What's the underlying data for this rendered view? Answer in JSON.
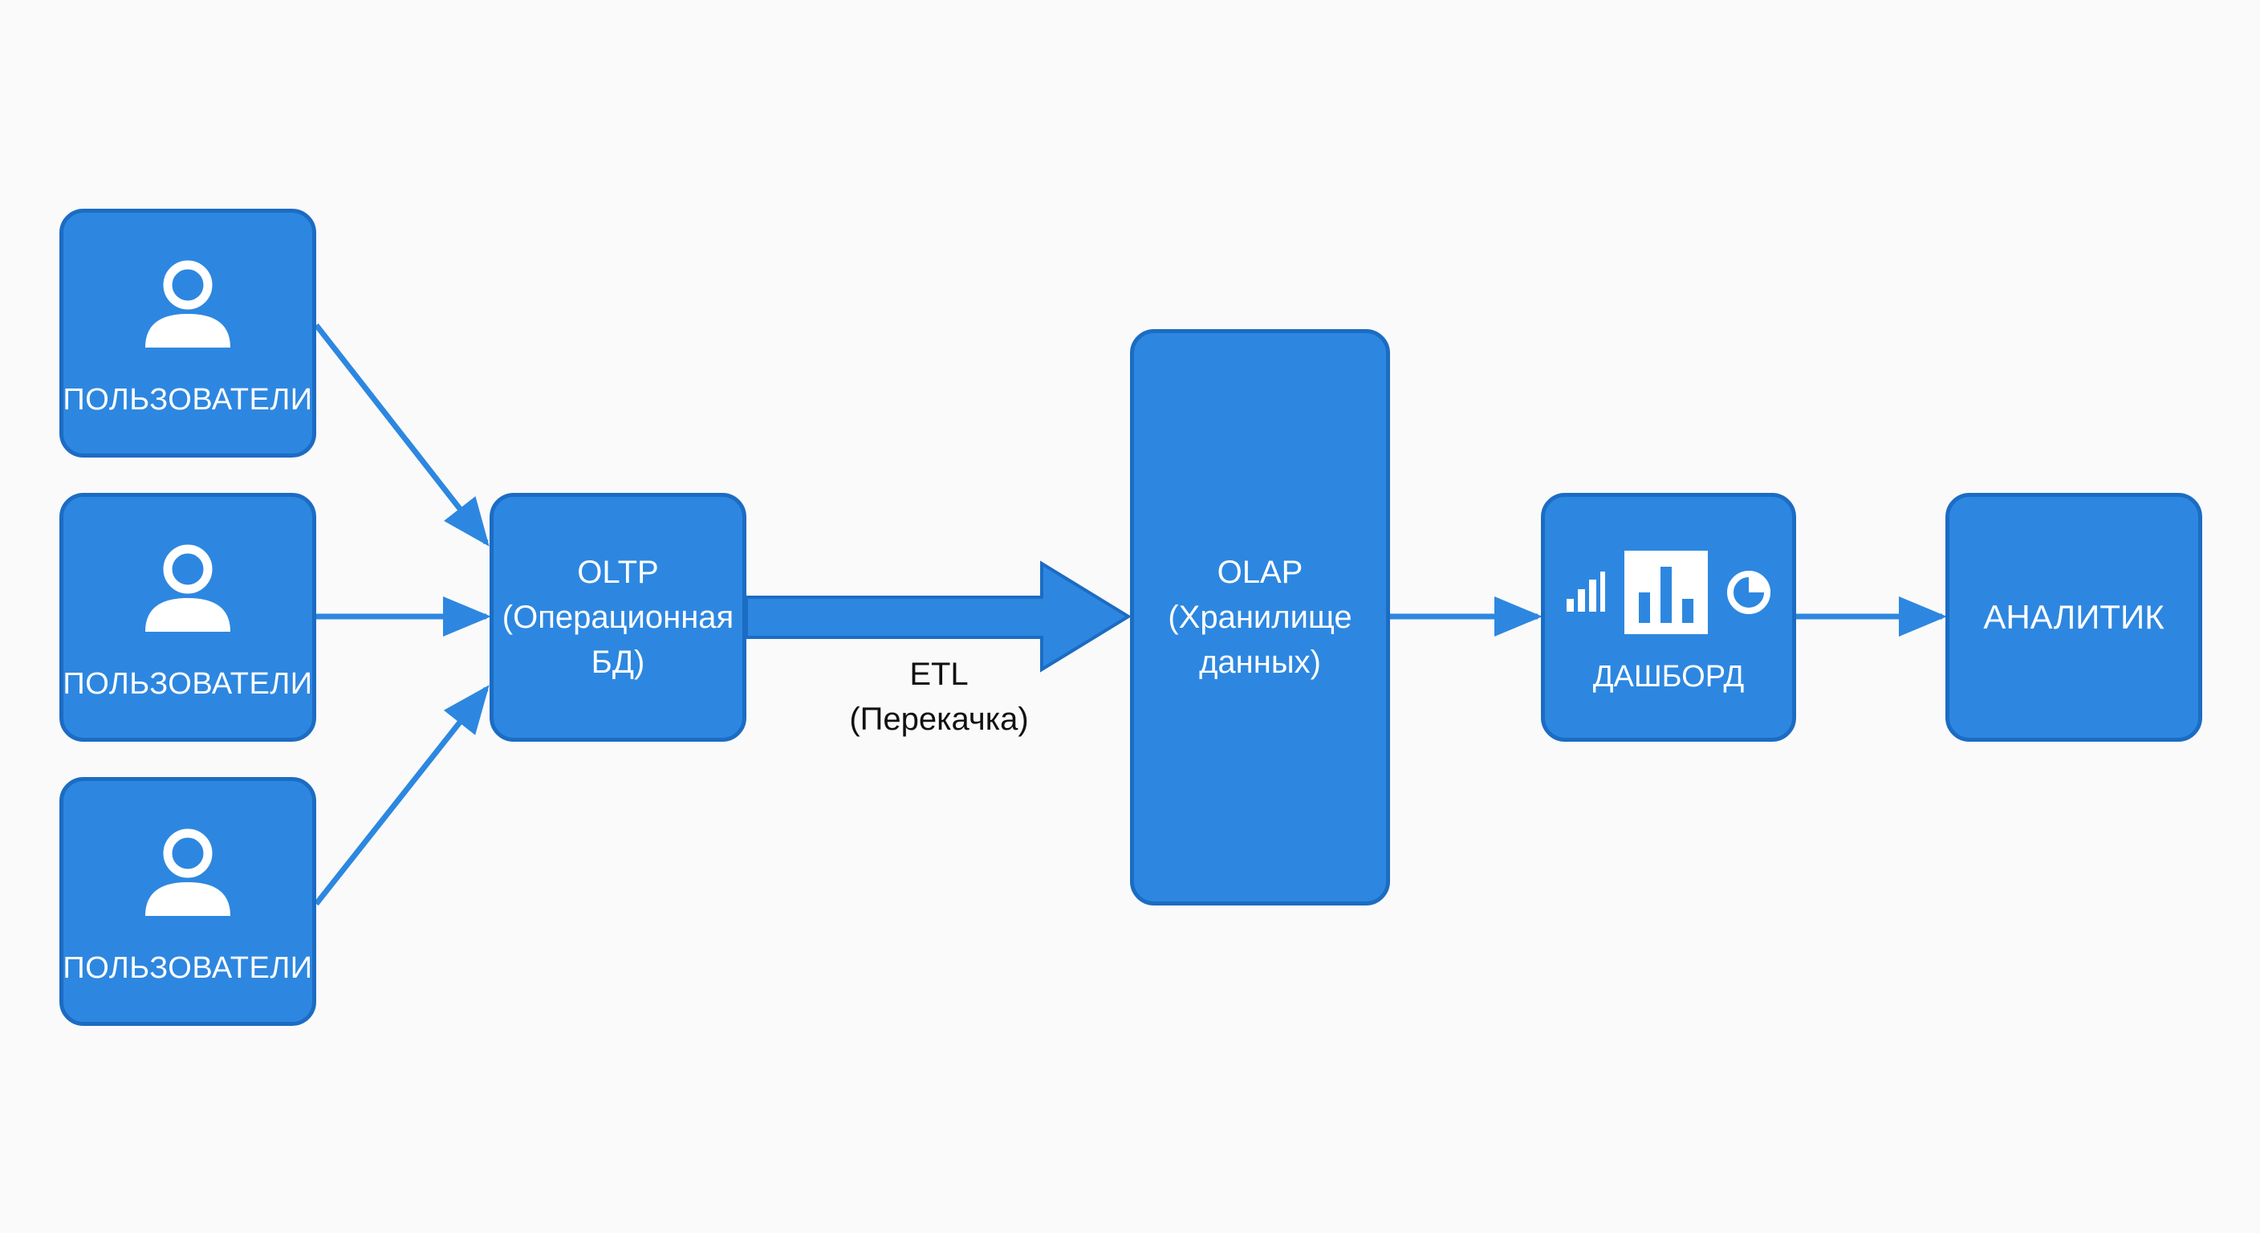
{
  "colors": {
    "node_fill": "#2d87e0",
    "node_border": "#1c6cc3",
    "arrow": "#2d87e0",
    "text_on_node": "#ffffff",
    "background": "#fafafa"
  },
  "users": [
    {
      "label": "ПОЛЬЗОВАТЕЛИ",
      "icon": "user-icon"
    },
    {
      "label": "ПОЛЬЗОВАТЕЛИ",
      "icon": "user-icon"
    },
    {
      "label": "ПОЛЬЗОВАТЕЛИ",
      "icon": "user-icon"
    }
  ],
  "oltp": {
    "lines": [
      "OLTP",
      "(Операционная",
      "БД)"
    ]
  },
  "etl": {
    "lines": [
      "ETL",
      "(Перекачка)"
    ]
  },
  "olap": {
    "lines": [
      "OLAP",
      "(Хранилище",
      "данных)"
    ]
  },
  "dashboard": {
    "label": "ДАШБОРД",
    "icons": [
      "signal-bars-icon",
      "bar-chart-icon",
      "pie-chart-icon"
    ]
  },
  "analyst": {
    "label": "АНАЛИТИК"
  }
}
